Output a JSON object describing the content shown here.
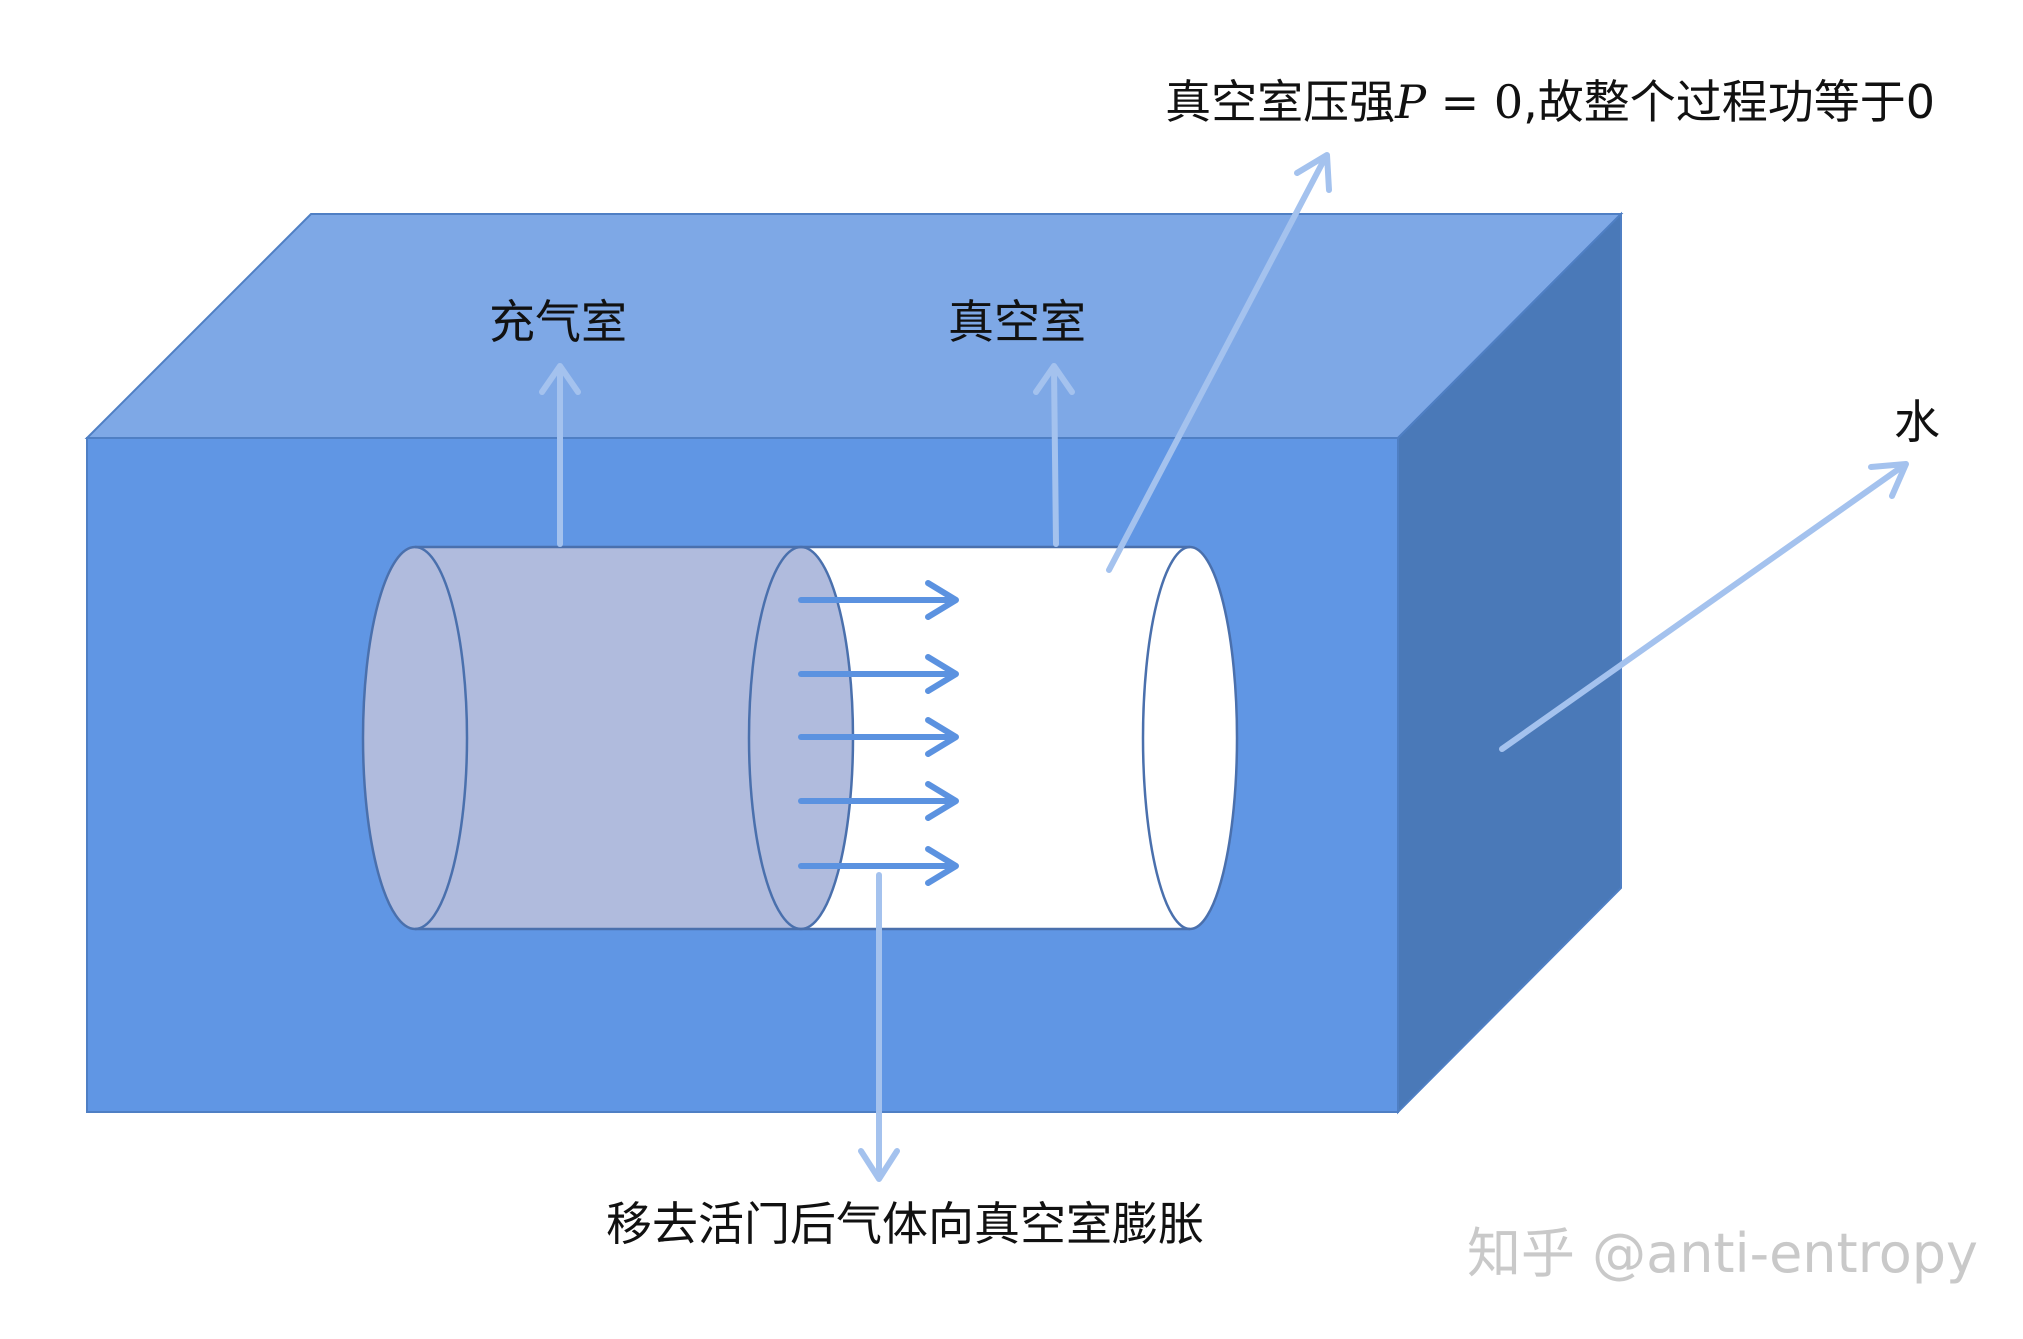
{
  "diagram": {
    "labels": {
      "gas_chamber": "充气室",
      "vacuum_chamber": "真空室",
      "water": "水",
      "bottom_note": "移去活门后气体向真空室膨胀",
      "top_note": {
        "prefix": "真空室压强",
        "math_variable": "P",
        "math_equation": " = 0",
        "suffix": ",故整个过程功等于0"
      }
    },
    "watermark": "知乎 @anti-entropy"
  },
  "colors": {
    "water_top": "#7ea8e6",
    "water_front": "#6096e4",
    "water_side": "#4a79b8",
    "gas": "#b0bbdd",
    "vacuum": "#ffffff",
    "expansion_arrows": "#5b92e0",
    "pointer_arrows": "#a4c2ee",
    "text": "#111111",
    "watermark": "#c9c9c9"
  }
}
